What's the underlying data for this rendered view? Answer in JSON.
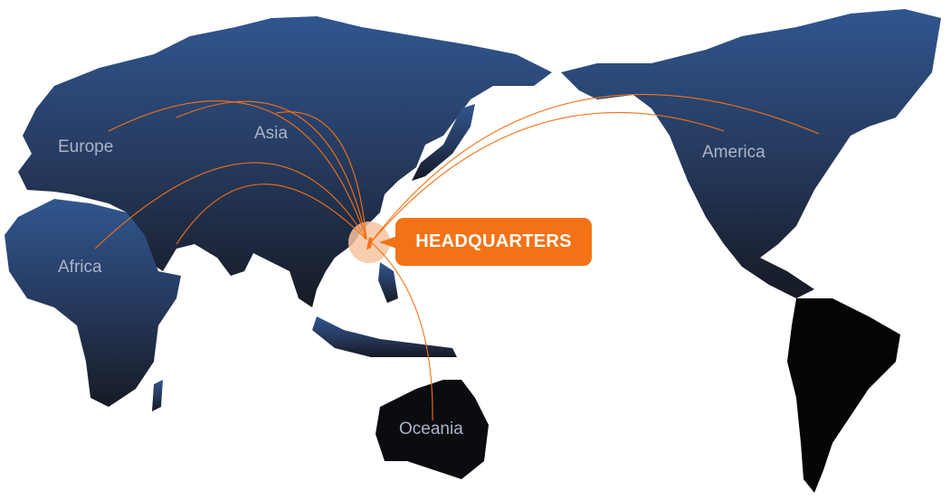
{
  "map": {
    "regions": [
      {
        "id": "europe",
        "label": "Europe"
      },
      {
        "id": "asia",
        "label": "Asia"
      },
      {
        "id": "africa",
        "label": "Africa"
      },
      {
        "id": "america",
        "label": "America"
      },
      {
        "id": "oceania",
        "label": "Oceania"
      }
    ],
    "headquarters_label": "HEADQUARTERS",
    "colors": {
      "land_top": "#2f5490",
      "land_bottom": "#181c27",
      "south_america": "#050505",
      "accent": "#f47216",
      "halo": "#f7c4a0",
      "label": "#aab4c8"
    }
  }
}
